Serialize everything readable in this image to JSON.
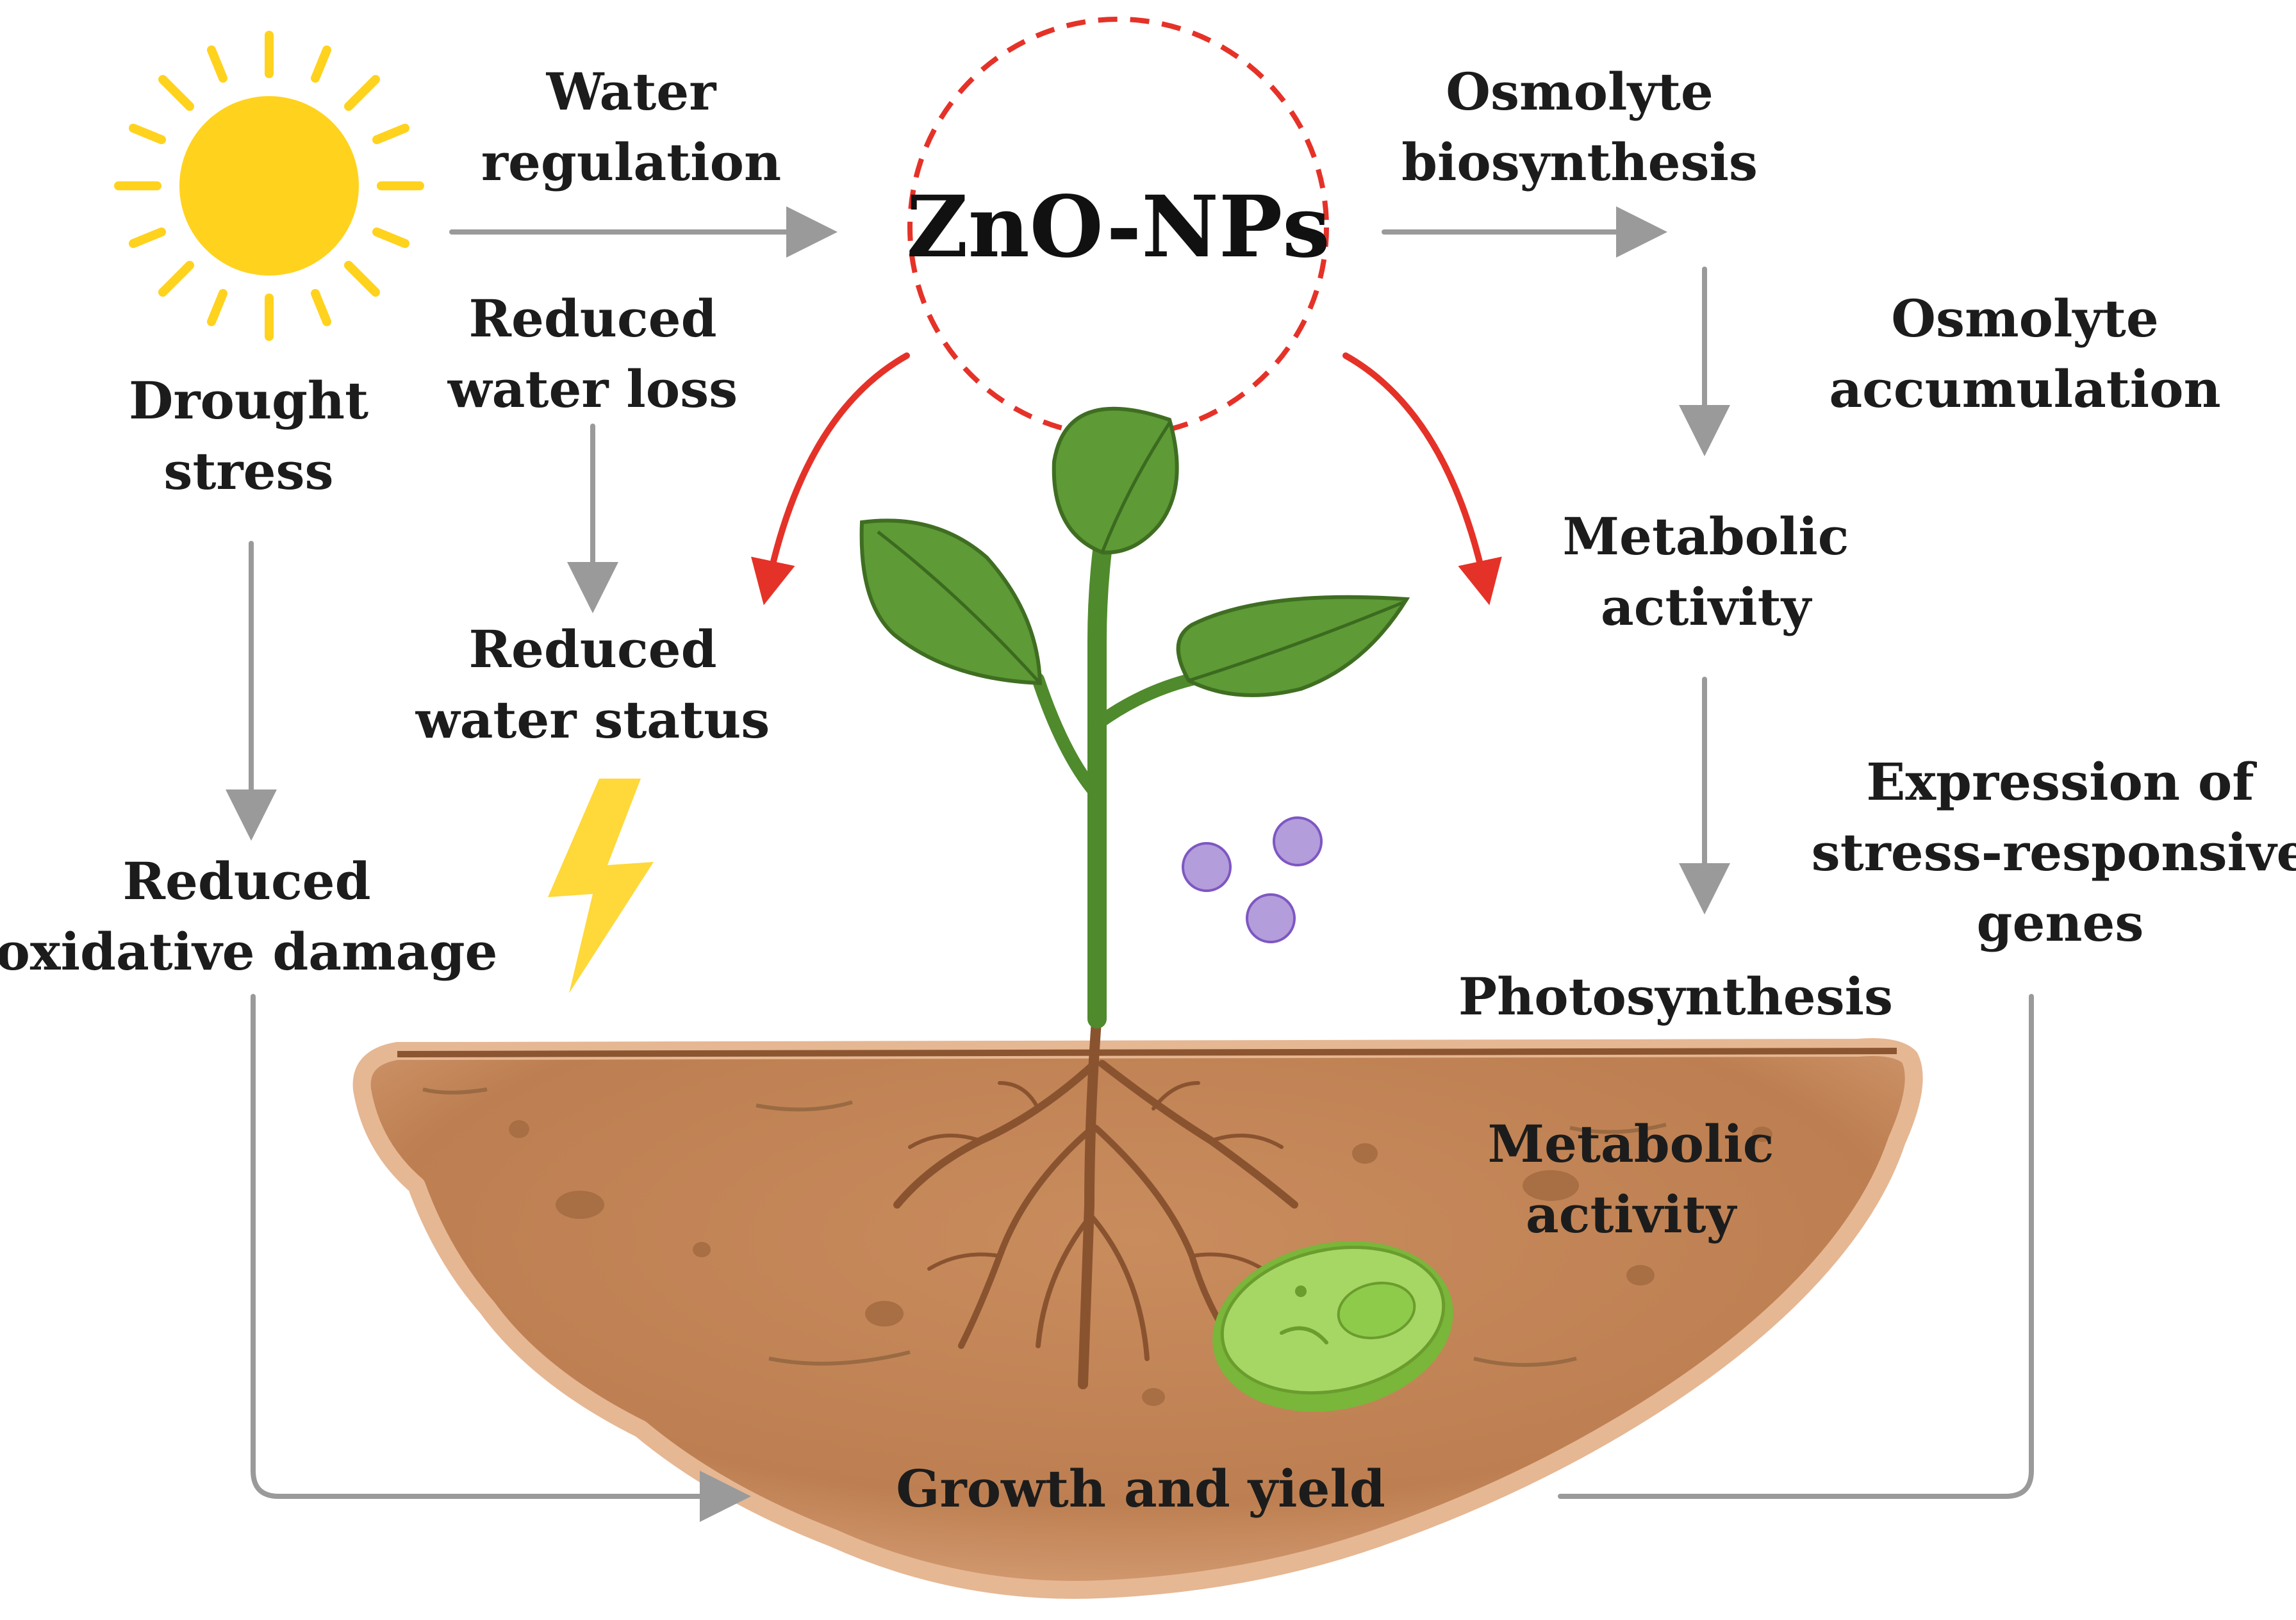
{
  "center": {
    "label": "ZnO-NPs"
  },
  "labels": {
    "drought_stress": [
      "Drought",
      "stress"
    ],
    "water_regulation": [
      "Water",
      "regulation"
    ],
    "reduced_water_loss": [
      "Reduced",
      "water loss"
    ],
    "reduced_water_status": [
      "Reduced",
      "water status"
    ],
    "reduced_oxidative_damage": [
      "Reduced",
      "oxidative damage"
    ],
    "osmolyte_biosynthesis": [
      "Osmolyte",
      "biosynthesis"
    ],
    "osmolyte_accumulation": [
      "Osmolyte",
      "accumulation"
    ],
    "metabolic_activity_top": [
      "Metabolic",
      "activity"
    ],
    "expression_genes": [
      "Expression of",
      "stress-responsive",
      "genes"
    ],
    "photosynthesis": [
      "Photosynthesis"
    ],
    "metabolic_activity_soil": [
      "Metabolic",
      "activity"
    ],
    "growth_yield": [
      "Growth and yield"
    ]
  },
  "icons": [
    "sun-icon",
    "lightning-icon",
    "plant-icon",
    "nanoparticle-icon",
    "chloroplast-icon",
    "soil-icon"
  ],
  "colors": {
    "arrow_gray": "#9a9a9a",
    "arrow_red": "#e53228",
    "sun": "#ffd21e",
    "leaf": "#5e9a35",
    "stem": "#4f8a2c",
    "soil": "#c28556",
    "nanoparticle": "#b39ddb",
    "lightning": "#ffd83a",
    "chloroplast": "#8fcb4b"
  }
}
